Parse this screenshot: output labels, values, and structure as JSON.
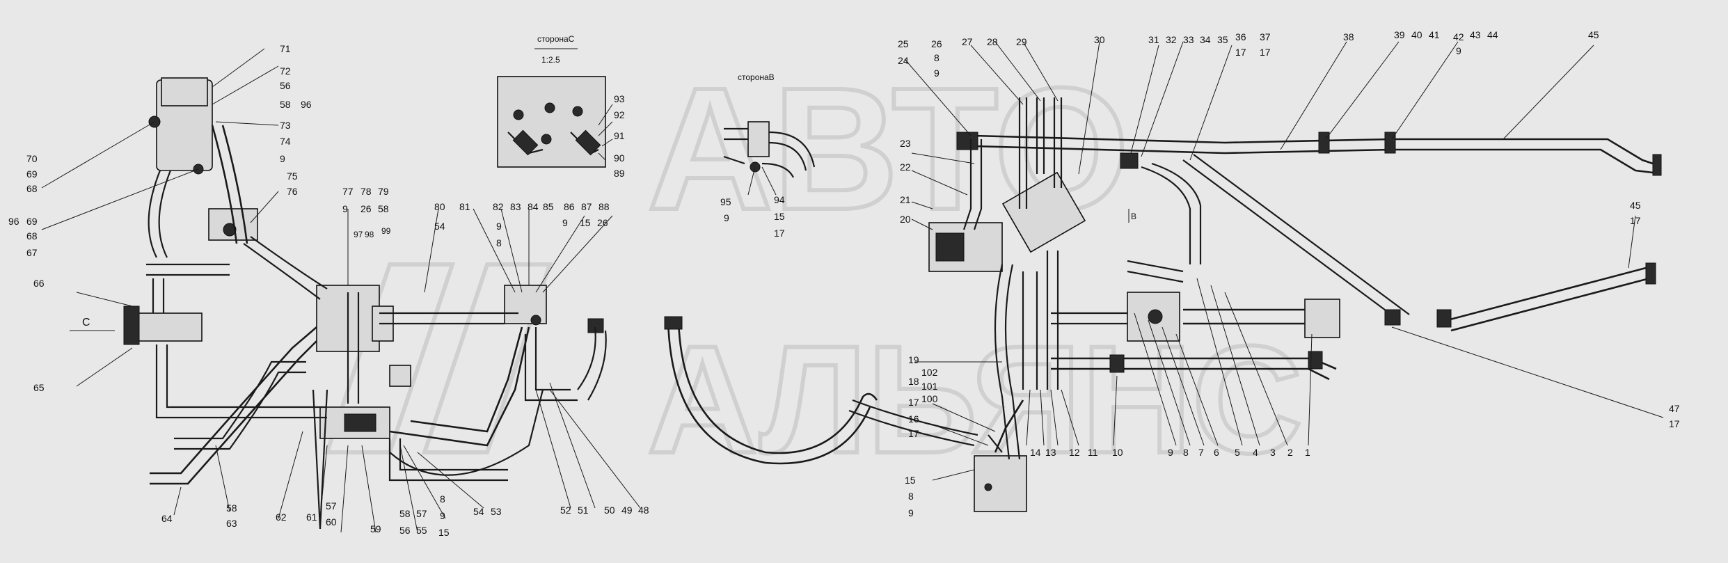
{
  "views": {
    "side_c": "сторонаС",
    "scale": "1:2.5",
    "side_b": "сторонаВ",
    "marker_c": "С",
    "marker_b": "В"
  },
  "watermark": {
    "line1": "АВТО",
    "line2": "АЛЬЯНС"
  },
  "colors": {
    "background": "#e8e8e8",
    "ink": "#1a1a1a",
    "watermark": "#bdbdbd"
  },
  "callouts": {
    "c71": "71",
    "c72": "72",
    "c56a": "56",
    "c58a": "58",
    "c96a": "96",
    "c73": "73",
    "c74": "74",
    "c9a": "9",
    "c70": "70",
    "c69a": "69",
    "c68a": "68",
    "c96b": "96",
    "c69b": "69",
    "c68b": "68",
    "c67": "67",
    "c75": "75",
    "c76": "76",
    "c66": "66",
    "c65": "65",
    "c77": "77",
    "c78": "78",
    "c79": "79",
    "c9b": "9",
    "c26a": "26",
    "c58b": "58",
    "c97": "97",
    "c98": "98",
    "c99": "99",
    "c80": "80",
    "c54a": "54",
    "c81": "81",
    "c9c": "9",
    "c8a": "8",
    "c82": "82",
    "c83": "83",
    "c84": "84",
    "c85a": "85",
    "c86": "86",
    "c87": "87",
    "c88": "88",
    "c9d": "9",
    "c15a": "15",
    "c26b": "26",
    "c93": "93",
    "c92": "92",
    "c91": "91",
    "c90": "90",
    "c89": "89",
    "c95": "95",
    "c9e": "9",
    "c94": "94",
    "c15b": "15",
    "c17a": "17",
    "c64": "64",
    "c58c": "58",
    "c63": "63",
    "c62": "62",
    "c61": "61",
    "c57a": "57",
    "c60": "60",
    "c59": "59",
    "c58d": "58",
    "c57b": "57",
    "c56b": "56",
    "c55": "55",
    "c8b": "8",
    "c9f": "9",
    "c15c": "15",
    "c54b": "54",
    "c53": "53",
    "c52": "52",
    "c51": "51",
    "c50": "50",
    "c49": "49",
    "c48": "48",
    "c25": "25",
    "c24": "24",
    "c26c": "26",
    "c8c": "8",
    "c9g": "9",
    "c27": "27",
    "c28": "28",
    "c29": "29",
    "c30": "30",
    "c31": "31",
    "c32": "32",
    "c33": "33",
    "c34": "34",
    "c35": "35",
    "c36": "36",
    "c17b": "17",
    "c37": "37",
    "c17c": "17",
    "c38": "38",
    "c39": "39",
    "c40": "40",
    "c41": "41",
    "c42": "42",
    "c9h": "9",
    "c43": "43",
    "c44": "44",
    "c45a": "45",
    "c23": "23",
    "c22": "22",
    "c21": "21",
    "c20": "20",
    "c45b": "45",
    "c17d": "17",
    "c47": "47",
    "c17e": "17",
    "c19": "19",
    "c102": "102",
    "c18a": "18",
    "c101": "101",
    "c100": "100",
    "c17f": "17",
    "c16": "16",
    "c17g": "17",
    "c15d": "15",
    "c8d": "8",
    "c9i": "9",
    "c14": "14",
    "c13": "13",
    "c12": "12",
    "c11": "11",
    "c10": "10",
    "c9j": "9",
    "c8e": "8",
    "c7": "7",
    "c6": "6",
    "c5": "5",
    "c4": "4",
    "c3": "3",
    "c2": "2",
    "c1": "1"
  }
}
